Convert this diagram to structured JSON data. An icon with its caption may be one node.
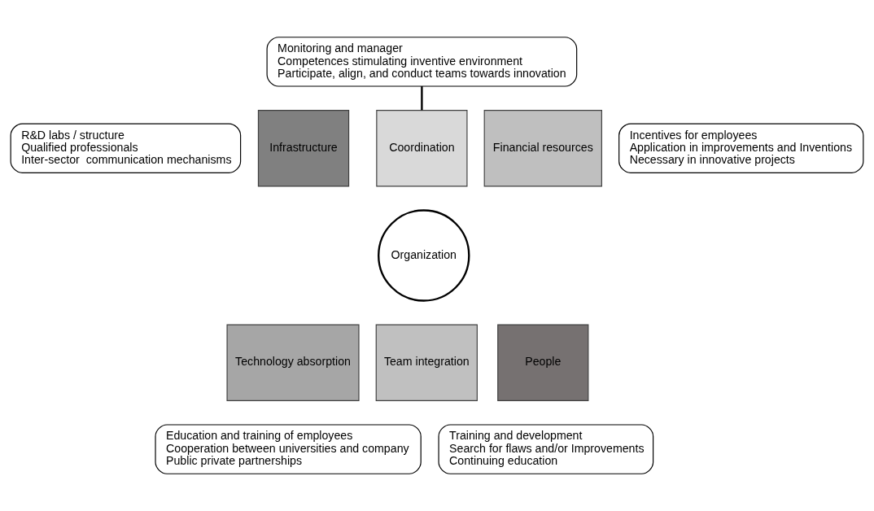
{
  "diagram": {
    "nodes": [
      {
        "text": [
          "Monitoring and manager",
          "Competences stimulating inventive environment",
          "Participate, align, and conduct teams towards innovation"
        ]
      },
      {
        "text": [
          "R&D labs / structure",
          "Qualified professionals",
          "Inter-sector  communication mechanisms"
        ]
      },
      {
        "text": [
          "Infrastructure"
        ]
      },
      {
        "text": [
          "Coordination"
        ]
      },
      {
        "text": [
          "Financial resources"
        ]
      },
      {
        "text": [
          "Incentives for employees",
          "Application in improvements and Inventions",
          "Necessary in innovative projects"
        ]
      },
      {
        "text": [
          "Organization"
        ]
      },
      {
        "text": [
          "Technology absorption"
        ]
      },
      {
        "text": [
          "Team integration"
        ]
      },
      {
        "text": [
          "People"
        ]
      },
      {
        "text": [
          "Education and training of employees",
          "Cooperation between universities and company",
          "Public private partnerships"
        ]
      },
      {
        "text": [
          "Training and development",
          "Search for flaws and/or Improvements",
          "Continuing education"
        ]
      }
    ],
    "edges": [
      {
        "from": 0,
        "to": 3,
        "arrow": "none"
      }
    ]
  }
}
